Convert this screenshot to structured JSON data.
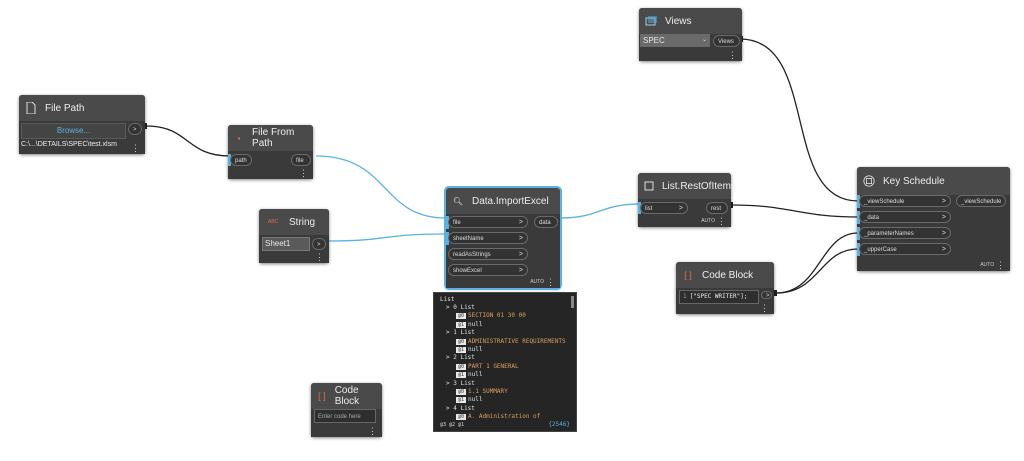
{
  "nodes": {
    "file_path": {
      "title": "File Path",
      "browse": "Browse...",
      "out": ">",
      "value": "C:\\...\\DETAILS\\SPEC\\test.xlsm"
    },
    "file_from_path": {
      "title": "File From Path",
      "in_path": "path",
      "out_file": "file"
    },
    "string": {
      "title": "String",
      "icon_text": "ABC",
      "value": "Sheet1",
      "out": ">"
    },
    "import_excel": {
      "title": "Data.ImportExcel",
      "inputs": [
        "file",
        "sheetName",
        "readAsStrings",
        "showExcel"
      ],
      "output": "data",
      "lacing": "AUTO"
    },
    "views": {
      "title": "Views",
      "selected": "SPEC",
      "out": "Views"
    },
    "rest_of_items": {
      "title": "List.RestOfItems",
      "in_list": "list",
      "out_rest": "rest",
      "lacing": "AUTO"
    },
    "key_schedule": {
      "title": "Key Schedule",
      "inputs": [
        "_viewSchedule",
        "_data",
        "_parameterNames",
        "_upperCase"
      ],
      "output": "_viewSchedule",
      "lacing": "AUTO"
    },
    "code_block_1": {
      "title": "Code Block",
      "line_number": "1",
      "code": "[\"SPEC WRITER\"];",
      "out": ">"
    },
    "code_block_2": {
      "title": "Code Block",
      "placeholder": "Enter code here"
    }
  },
  "watch": {
    "root": "List",
    "items": [
      {
        "kind": "list",
        "label": "0 List"
      },
      {
        "kind": "val",
        "idx": "0",
        "value": "SECTION 01 30 00"
      },
      {
        "kind": "null",
        "idx": "1",
        "value": "null"
      },
      {
        "kind": "list",
        "label": "1 List"
      },
      {
        "kind": "val",
        "idx": "0",
        "value": "ADMINISTRATIVE REQUIREMENTS"
      },
      {
        "kind": "null",
        "idx": "1",
        "value": "null"
      },
      {
        "kind": "list",
        "label": "2 List"
      },
      {
        "kind": "val",
        "idx": "0",
        "value": "PART  1  GENERAL"
      },
      {
        "kind": "null",
        "idx": "1",
        "value": "null"
      },
      {
        "kind": "list",
        "label": "3 List"
      },
      {
        "kind": "val",
        "idx": "0",
        "value": "1.1        SUMMARY"
      },
      {
        "kind": "null",
        "idx": "1",
        "value": "null"
      },
      {
        "kind": "list",
        "label": "4 List"
      },
      {
        "kind": "val",
        "idx": "0",
        "value": "A.         Administration of"
      }
    ],
    "levels": "@3 @2 @1",
    "count": "{2546}"
  },
  "colors": {
    "accent": "#5ab2e0",
    "wire": "#1e1e1e",
    "node": "#535353",
    "node_body": "#3a3a3a"
  }
}
